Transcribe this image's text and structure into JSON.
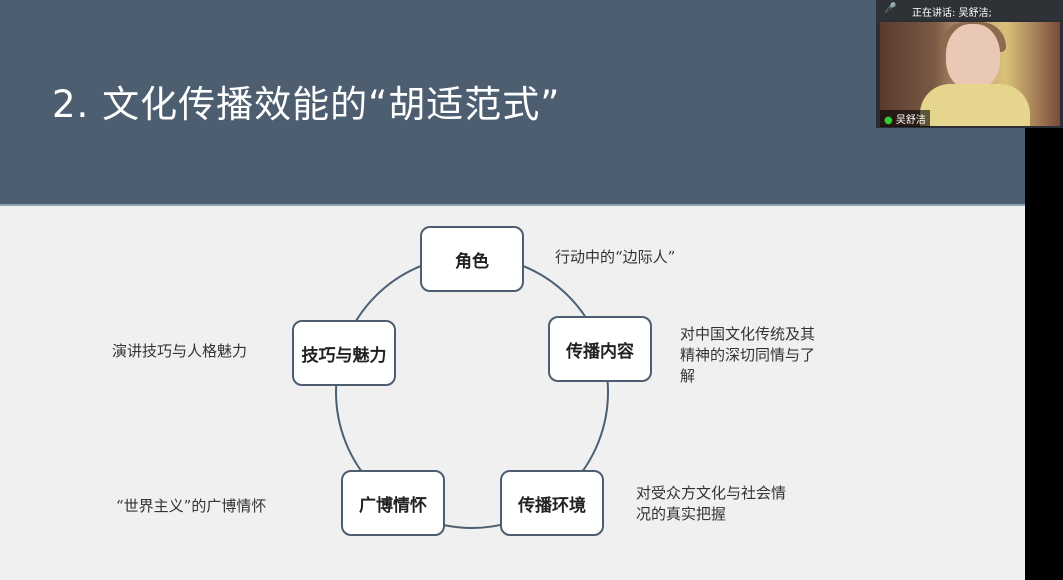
{
  "slide": {
    "title": "2. 文化传播效能的“胡适范式”",
    "nodes": [
      "角色",
      "传播内容",
      "传播环境",
      "广博情怀",
      "技巧与魅力"
    ],
    "descriptions": [
      "行动中的“边际人”",
      "对中国文化传统及其精神的深切同情与了解",
      "对受众方文化与社会情况的真实把握",
      "“世界主义”的广博情怀",
      "演讲技巧与人格魅力"
    ]
  },
  "video": {
    "speaking_label": "正在讲话: 吴舒洁;",
    "participant_name": "吴舒洁"
  },
  "colors": {
    "header": "#4e5e71",
    "background": "#eff0ef"
  }
}
